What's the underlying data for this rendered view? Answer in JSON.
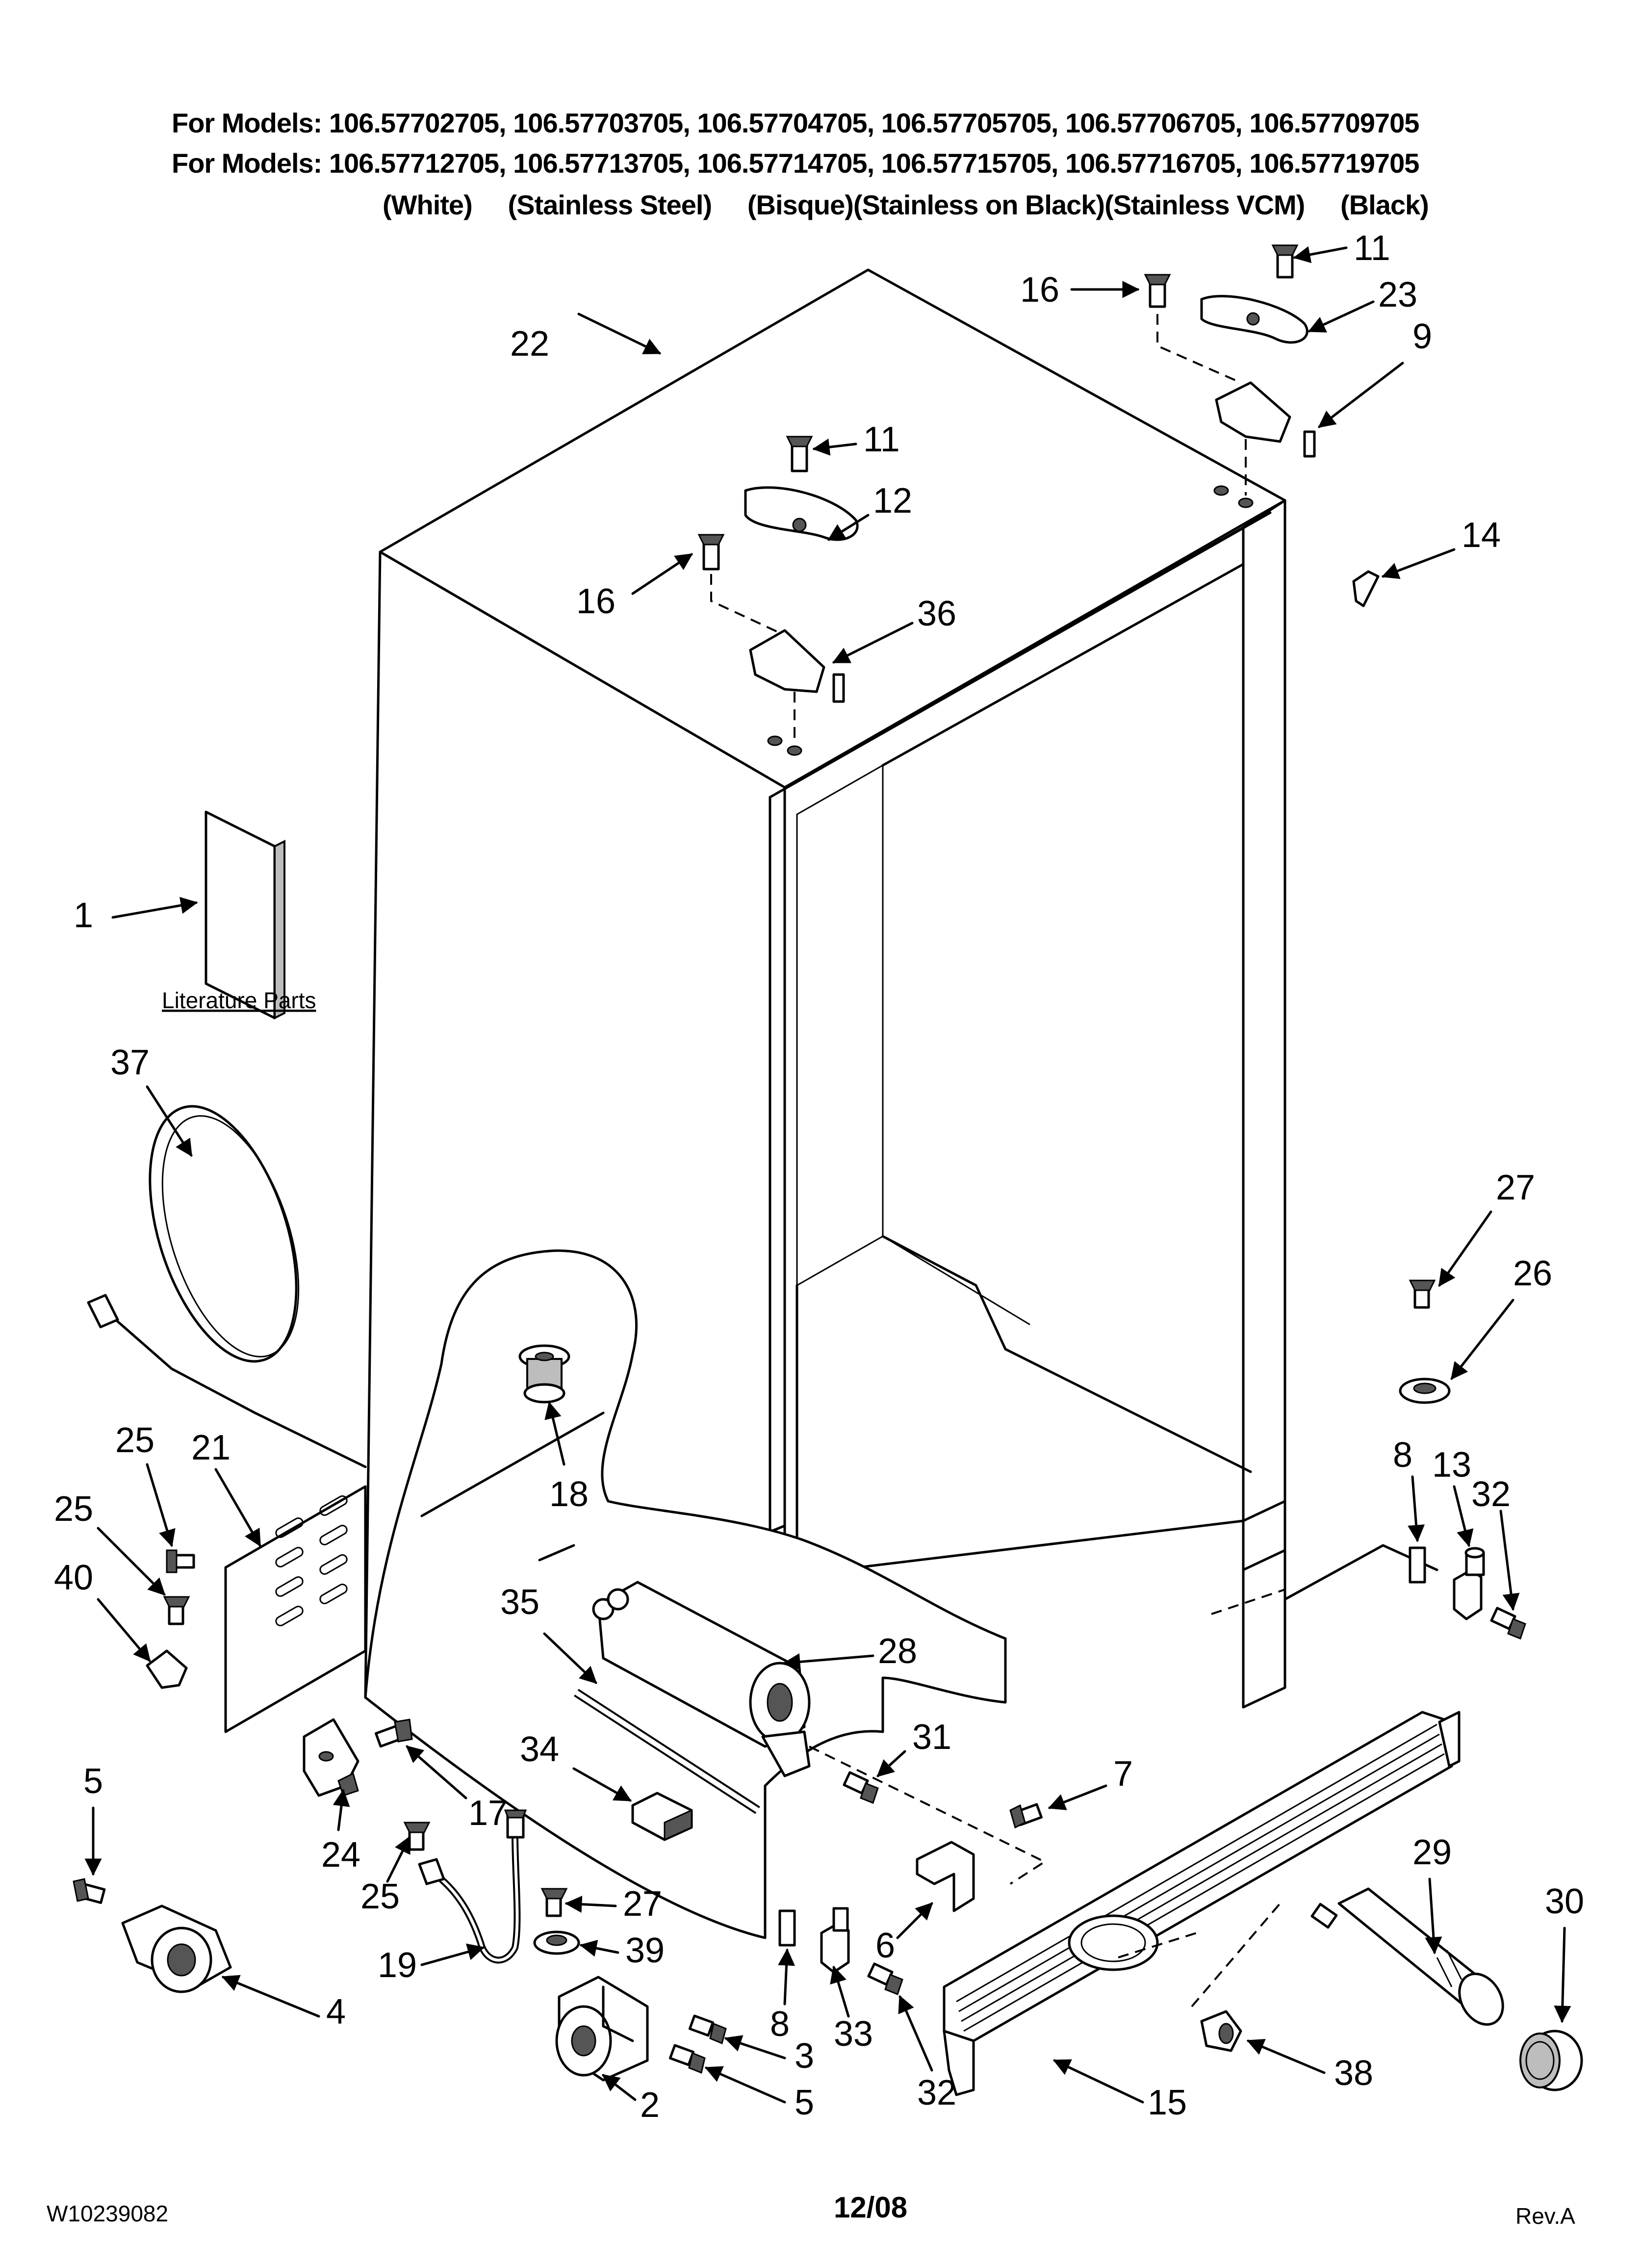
{
  "header": {
    "line1": "For Models: 106.57702705, 106.57703705, 106.57704705, 106.57705705, 106.57706705, 106.57709705",
    "line2": "For Models: 106.57712705, 106.57713705, 106.57714705, 106.57715705, 106.57716705, 106.57719705",
    "line3": "(White)     (Stainless Steel)     (Bisque)(Stainless on Black)(Stainless VCM)     (Black)"
  },
  "footer": {
    "doc_number": "W10239082",
    "date": "12/08",
    "revision": "Rev.A"
  },
  "literature_label": "Literature Parts",
  "callouts": [
    {
      "num": "1"
    },
    {
      "num": "2"
    },
    {
      "num": "3"
    },
    {
      "num": "4"
    },
    {
      "num": "5"
    },
    {
      "num": "5"
    },
    {
      "num": "6"
    },
    {
      "num": "7"
    },
    {
      "num": "8"
    },
    {
      "num": "8"
    },
    {
      "num": "9"
    },
    {
      "num": "11"
    },
    {
      "num": "11"
    },
    {
      "num": "12"
    },
    {
      "num": "13"
    },
    {
      "num": "14"
    },
    {
      "num": "15"
    },
    {
      "num": "16"
    },
    {
      "num": "16"
    },
    {
      "num": "17"
    },
    {
      "num": "18"
    },
    {
      "num": "19"
    },
    {
      "num": "21"
    },
    {
      "num": "22"
    },
    {
      "num": "23"
    },
    {
      "num": "24"
    },
    {
      "num": "25"
    },
    {
      "num": "25"
    },
    {
      "num": "25"
    },
    {
      "num": "26"
    },
    {
      "num": "27"
    },
    {
      "num": "27"
    },
    {
      "num": "28"
    },
    {
      "num": "29"
    },
    {
      "num": "30"
    },
    {
      "num": "31"
    },
    {
      "num": "32"
    },
    {
      "num": "32"
    },
    {
      "num": "33"
    },
    {
      "num": "34"
    },
    {
      "num": "35"
    },
    {
      "num": "36"
    },
    {
      "num": "37"
    },
    {
      "num": "38"
    },
    {
      "num": "39"
    },
    {
      "num": "40"
    }
  ]
}
